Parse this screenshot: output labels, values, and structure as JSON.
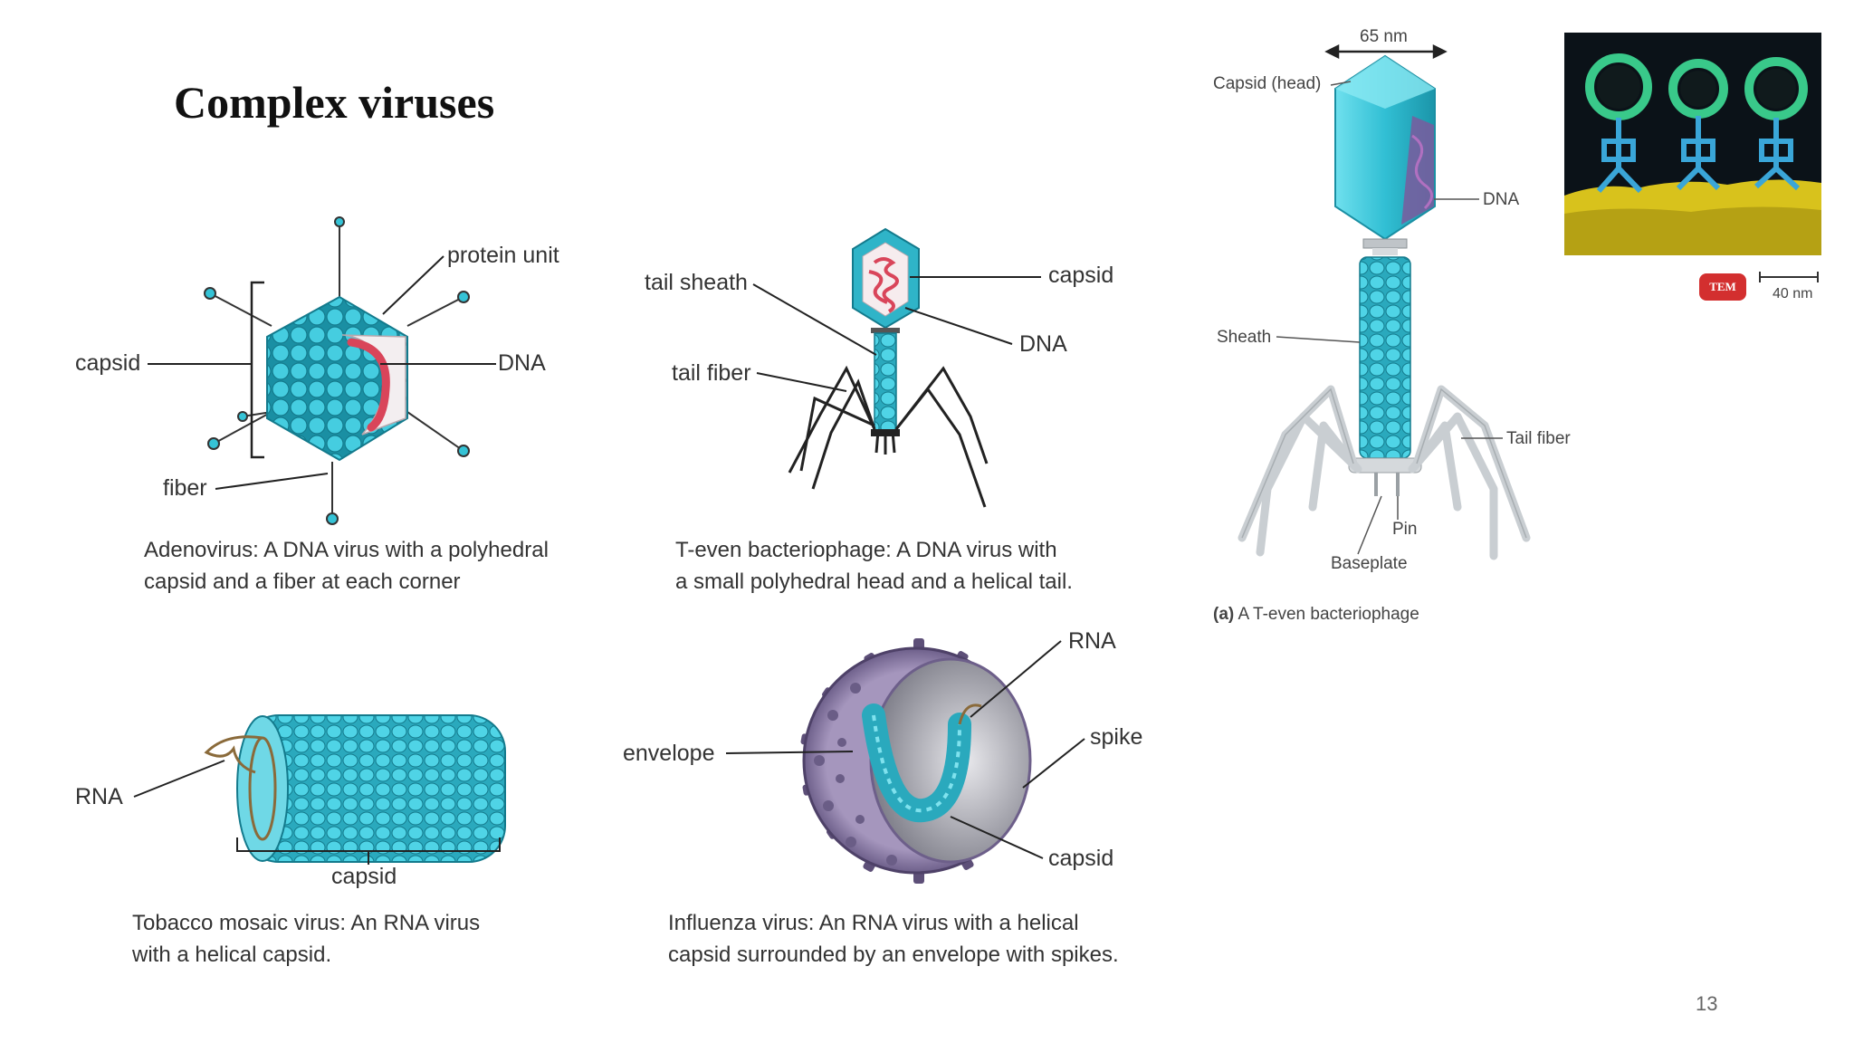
{
  "slide": {
    "title": "Complex viruses",
    "page_number": "13"
  },
  "adenovirus": {
    "label_protein_unit": "protein unit",
    "label_capsid": "capsid",
    "label_dna": "DNA",
    "label_fiber": "fiber",
    "caption_line1": "Adenovirus: A DNA virus with a polyhedral",
    "caption_line2": "capsid and a fiber at each corner"
  },
  "teven_small": {
    "label_tail_sheath": "tail sheath",
    "label_capsid": "capsid",
    "label_dna": "DNA",
    "label_tail_fiber": "tail fiber",
    "caption_line1": "T-even bacteriophage: A DNA virus with",
    "caption_line2": "a small polyhedral head and a helical tail."
  },
  "tobacco": {
    "label_rna": "RNA",
    "label_capsid": "capsid",
    "caption_line1": "Tobacco mosaic virus: An RNA virus",
    "caption_line2": "with a helical capsid."
  },
  "influenza": {
    "label_rna": "RNA",
    "label_envelope": "envelope",
    "label_spike": "spike",
    "label_capsid": "capsid",
    "caption_line1": "Influenza virus: An RNA virus with a helical",
    "caption_line2": "capsid surrounded by an envelope with spikes."
  },
  "teven_large": {
    "label_65nm": "65 nm",
    "label_capsid_head": "Capsid (head)",
    "label_dna": "DNA",
    "label_sheath": "Sheath",
    "label_tail_fiber": "Tail fiber",
    "label_pin": "Pin",
    "label_baseplate": "Baseplate",
    "caption_bold": "(a)",
    "caption_text": " A T-even bacteriophage"
  },
  "micrograph": {
    "badge": "TEM",
    "scale": "40 nm"
  },
  "colors": {
    "capsid_cyan": "#35c3d6",
    "capsid_dark": "#1a8fa3",
    "dna_red": "#d9455a",
    "envelope_purple": "#8a7aa6",
    "photo_yellow": "#d8c21c"
  }
}
